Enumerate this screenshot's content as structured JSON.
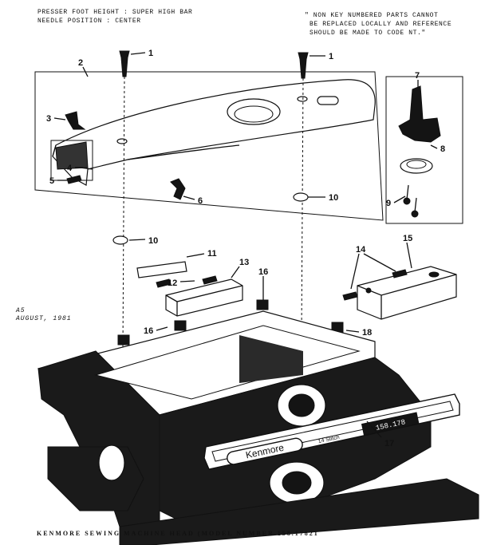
{
  "notes": {
    "left_line1": "PRESSER FOOT HEIGHT : SUPER HIGH BAR",
    "left_line2": "NEEDLE POSITION : CENTER",
    "right_line1": "\" NON KEY NUMBERED PARTS CANNOT",
    "right_line2": "BE REPLACED LOCALLY AND REFERENCE",
    "right_line3": "SHOULD BE MADE TO CODE NT.\""
  },
  "date_note": {
    "line1": "A5",
    "line2": "AUGUST, 1981"
  },
  "caption": "KENMORE SEWING MACHINE HEAD (MODEL NUMBER 158.17821",
  "nameplate": {
    "brand": "Kenmore",
    "stitch": "14 Stitch",
    "number": "158.178"
  },
  "callouts": [
    "1",
    "1",
    "2",
    "3",
    "4",
    "5",
    "6",
    "7",
    "8",
    "9",
    "10",
    "10",
    "11",
    "12",
    "13",
    "14",
    "15",
    "16",
    "16",
    "17",
    "18"
  ]
}
